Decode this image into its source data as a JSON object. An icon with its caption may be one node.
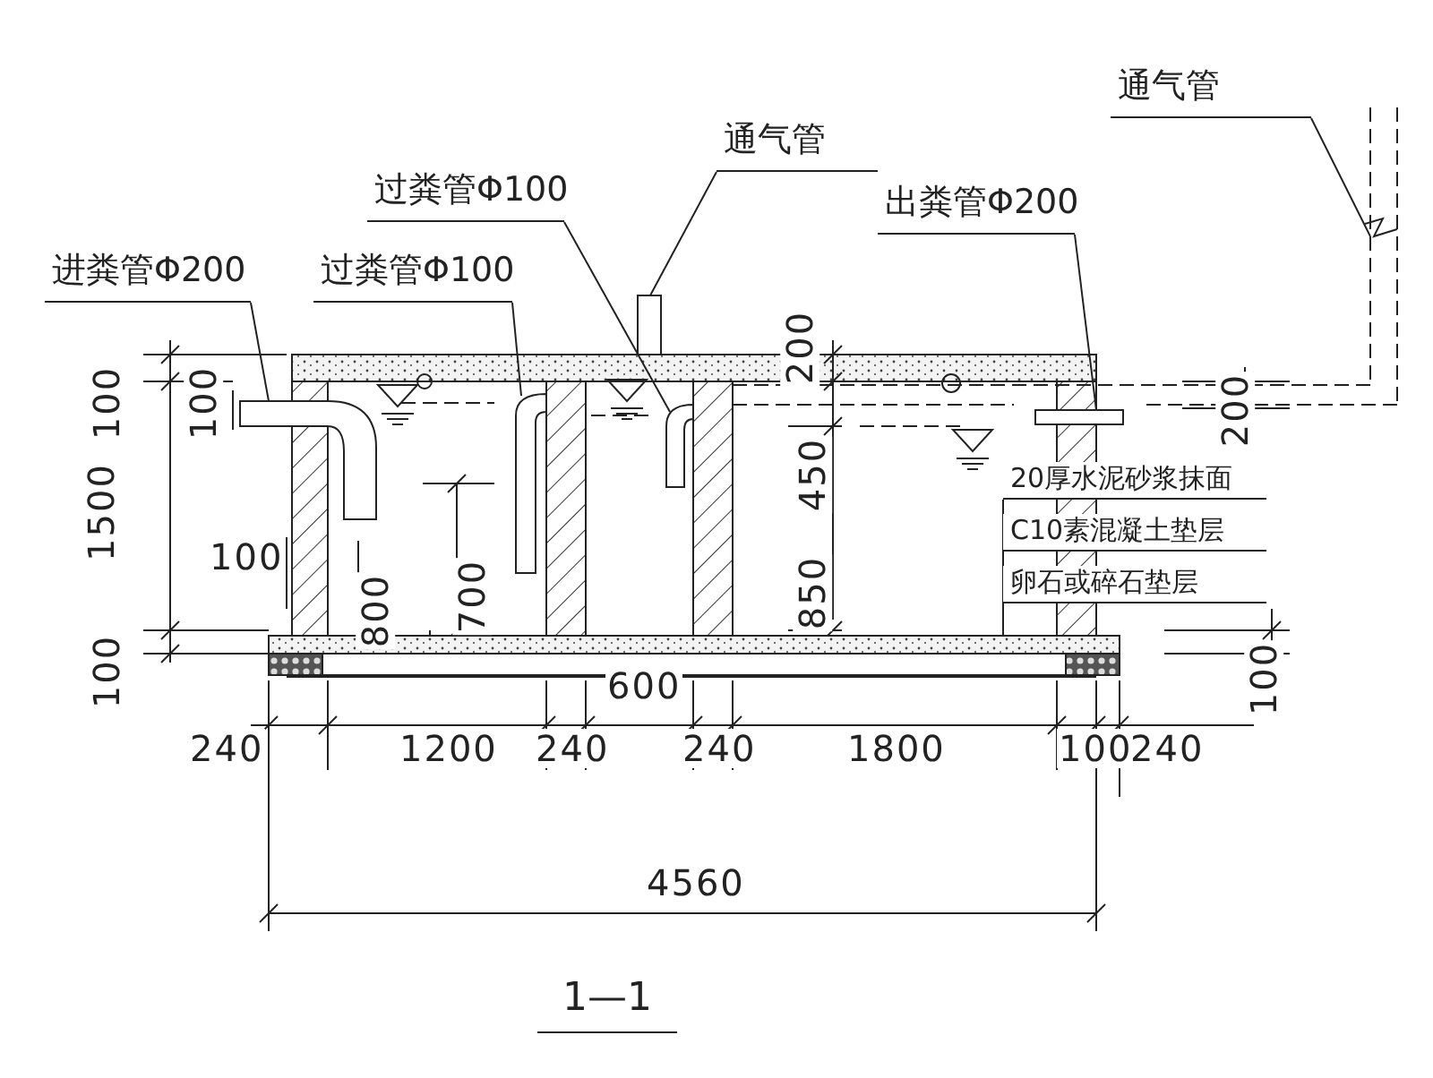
{
  "diagram": {
    "title": "1—1",
    "nodes": [
      {
        "text": [
          "进粪管Φ200"
        ]
      },
      {
        "text": [],
        "shape": "bar"
      },
      {
        "text": [
          "过粪管Φ100"
        ]
      },
      {
        "text": [],
        "shape": "bar"
      },
      {
        "text": [
          "过粪管Φ100"
        ]
      },
      {
        "text": [],
        "shape": "bar"
      },
      {
        "text": [
          "通气管"
        ]
      },
      {
        "text": [],
        "shape": "bar"
      },
      {
        "text": [
          "出粪管Φ200"
        ]
      },
      {
        "text": [],
        "shape": "bar"
      },
      {
        "text": [
          "通气管"
        ]
      },
      {
        "text": [],
        "shape": "bar"
      },
      {
        "text": [
          "20厚水泥砂浆抹面"
        ]
      },
      {
        "text": [
          "C10素混凝土垫层"
        ]
      },
      {
        "text": [
          "卵石或碎石垫层"
        ]
      },
      {
        "text": [],
        "shape": "bar"
      }
    ],
    "edges": [
      {
        "from": 0,
        "to": 1,
        "arrow": "none"
      },
      {
        "from": 2,
        "to": 3,
        "arrow": "none"
      },
      {
        "from": 4,
        "to": 5,
        "arrow": "none"
      },
      {
        "from": 6,
        "to": 7,
        "arrow": "none"
      },
      {
        "from": 8,
        "to": 9,
        "arrow": "none"
      },
      {
        "from": 10,
        "to": 11,
        "arrow": "none"
      },
      {
        "from": 12,
        "to": 15,
        "arrow": "none"
      },
      {
        "from": 13,
        "to": 15,
        "arrow": "none"
      },
      {
        "from": 14,
        "to": 15,
        "arrow": "none"
      }
    ],
    "labels": [
      "100",
      "1500",
      "100",
      "100",
      "200",
      "100",
      "800",
      "700",
      "450",
      "850",
      "200",
      "100",
      "600",
      "240",
      "1200",
      "240",
      "240",
      "1800",
      "100",
      "240",
      "4560"
    ]
  }
}
